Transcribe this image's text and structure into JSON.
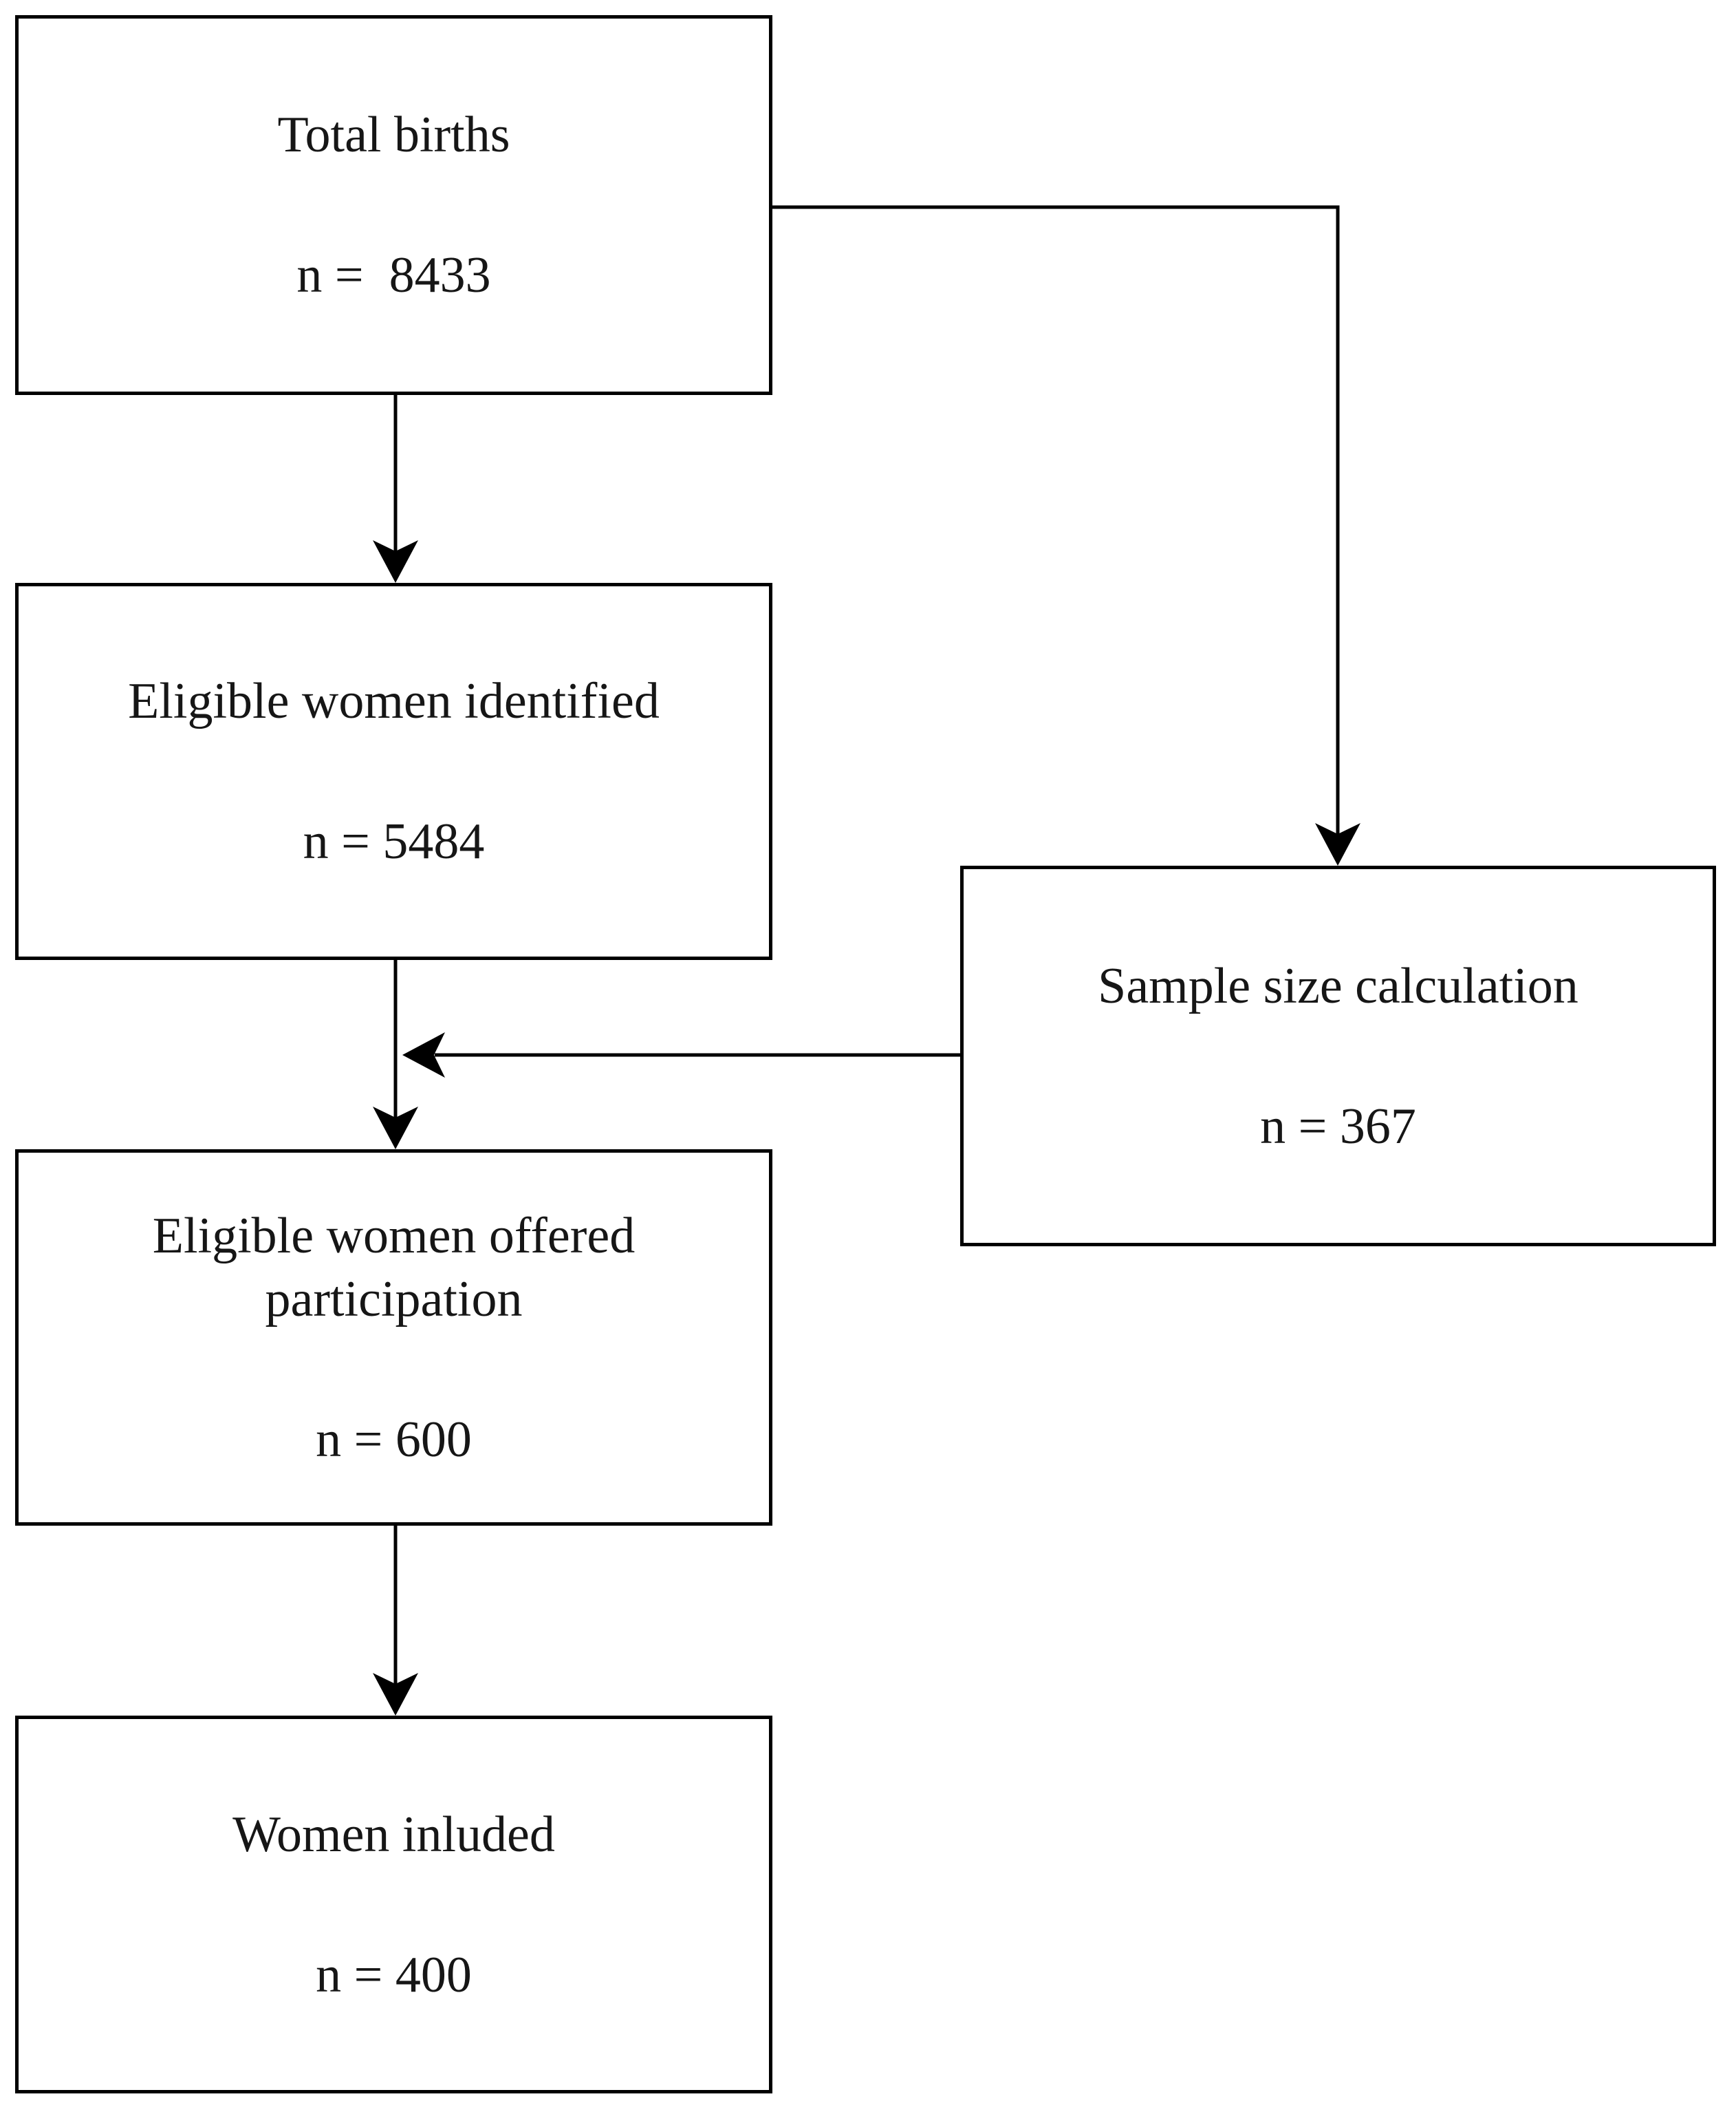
{
  "diagram": {
    "type": "flowchart",
    "colors": {
      "background": "#ffffff",
      "border": "#000000",
      "text": "#161616",
      "arrow": "#000000"
    },
    "boxes": [
      {
        "id": "total-births",
        "title": "Total births",
        "n_value": "n =  8433"
      },
      {
        "id": "eligible-identified",
        "title": "Eligible women identified",
        "n_value": "n = 5484"
      },
      {
        "id": "sample-size",
        "title": "Sample size calculation",
        "n_value": "n = 367"
      },
      {
        "id": "eligible-offered",
        "title": "Eligible women offered participation",
        "n_value": "n = 600"
      },
      {
        "id": "women-included",
        "title": "Women inluded",
        "n_value": "n = 400"
      }
    ],
    "connectors": [
      {
        "from": "total-births",
        "to": "eligible-identified",
        "shape": "straight-down"
      },
      {
        "from": "total-births",
        "to": "sample-size",
        "shape": "elbow-right-down"
      },
      {
        "from": "eligible-identified",
        "to": "eligible-offered",
        "shape": "straight-down"
      },
      {
        "from": "sample-size",
        "to": "eligible-offered",
        "shape": "straight-left-into-flow"
      },
      {
        "from": "eligible-offered",
        "to": "women-included",
        "shape": "straight-down"
      }
    ]
  }
}
